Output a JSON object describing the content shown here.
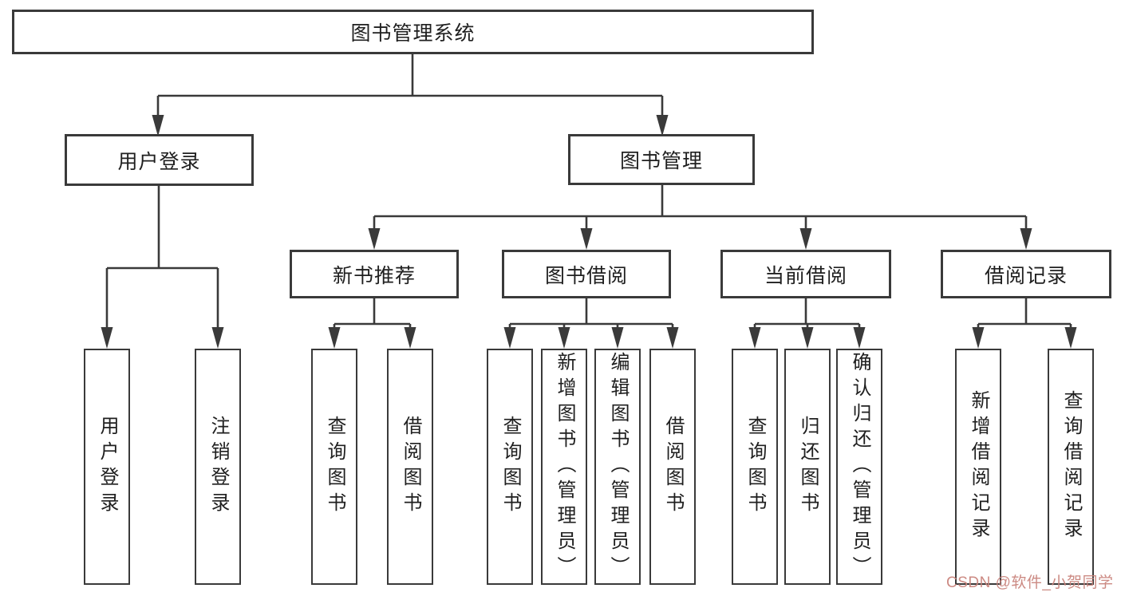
{
  "nodes": {
    "root": "图书管理系统",
    "user_login": "用户登录",
    "book_mgmt": "图书管理",
    "new_book_rec": "新书推荐",
    "book_borrow": "图书借阅",
    "current_borrow": "当前借阅",
    "borrow_record": "借阅记录",
    "leaf_user_login": "用户登录",
    "leaf_logout": "注销登录",
    "leaf_nb_query": "查询图书",
    "leaf_nb_borrow": "借阅图书",
    "leaf_bb_query": "查询图书",
    "leaf_bb_add": "新增图书（管理员）",
    "leaf_bb_edit": "编辑图书（管理员）",
    "leaf_bb_borrow": "借阅图书",
    "leaf_cb_query": "查询图书",
    "leaf_cb_return": "归还图书",
    "leaf_cb_confirm": "确认归还（管理员）",
    "leaf_br_add": "新增借阅记录",
    "leaf_br_query": "查询借阅记录"
  },
  "watermark": {
    "text": "CSDN @软件_小贺同学"
  },
  "colors": {
    "line": "#3a3a3a",
    "box_border": "#3a3a3a",
    "text": "#1f1f1f",
    "watermark": "#c9847c",
    "background": "#ffffff"
  }
}
